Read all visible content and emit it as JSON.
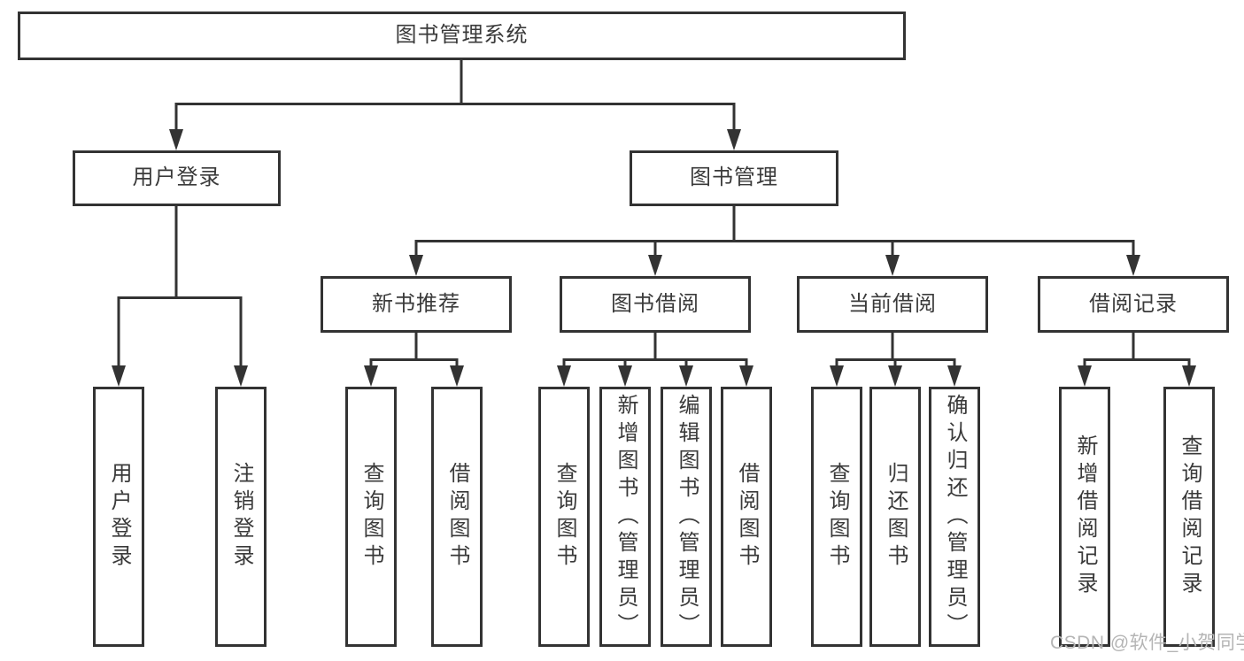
{
  "tree": {
    "root": {
      "label": "图书管理系统",
      "children": [
        {
          "label": "用户登录",
          "children": [
            {
              "label": "用户登录"
            },
            {
              "label": "注销登录"
            }
          ]
        },
        {
          "label": "图书管理",
          "children": [
            {
              "label": "新书推荐",
              "children": [
                {
                  "label": "查询图书"
                },
                {
                  "label": "借阅图书"
                }
              ]
            },
            {
              "label": "图书借阅",
              "children": [
                {
                  "label": "查询图书"
                },
                {
                  "label": "新增图书（管理员）"
                },
                {
                  "label": "编辑图书（管理员）"
                },
                {
                  "label": "借阅图书"
                }
              ]
            },
            {
              "label": "当前借阅",
              "children": [
                {
                  "label": "查询图书"
                },
                {
                  "label": "归还图书"
                },
                {
                  "label": "确认归还（管理员）"
                }
              ]
            },
            {
              "label": "借阅记录",
              "children": [
                {
                  "label": "新增借阅记录"
                },
                {
                  "label": "查询借阅记录"
                }
              ]
            }
          ]
        }
      ]
    }
  },
  "watermark": {
    "text": "CSDN @软件_小贺同学"
  },
  "colors": {
    "line": "#333333",
    "text": "#3a3a3a",
    "box_bg": "#ffffff",
    "bg": "#ffffff",
    "watermark": "#b5b5b5"
  }
}
